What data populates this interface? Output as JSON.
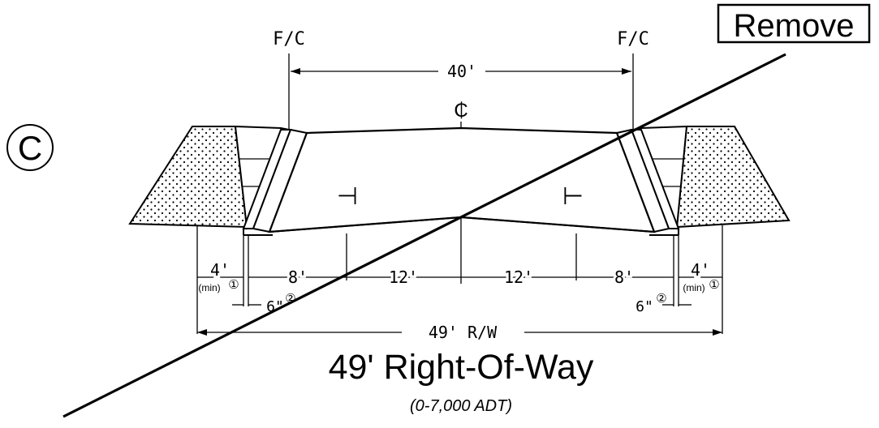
{
  "section_letter": "C",
  "remove_label": "Remove",
  "title": "49' Right-Of-Way",
  "subtitle": "(0-7,000 ADT)",
  "face_of_curb_left": "F/C",
  "face_of_curb_right": "F/C",
  "centerline_symbol": "₵",
  "curb_to_curb": "40'",
  "row_width": "49' R/W",
  "dimensions": {
    "left_walk": "4'",
    "left_parking": "8'",
    "left_lane": "12'",
    "right_lane": "12'",
    "right_parking": "8'",
    "right_walk": "4'",
    "min_left": "(min)",
    "min_right": "(min)",
    "note1_left": "①",
    "note1_right": "①",
    "curb_left": "6\"",
    "curb_right": "6\"",
    "note2_left": "②",
    "note2_right": "②"
  },
  "lane_arrow_left": "⊣",
  "lane_arrow_right": "⊢"
}
